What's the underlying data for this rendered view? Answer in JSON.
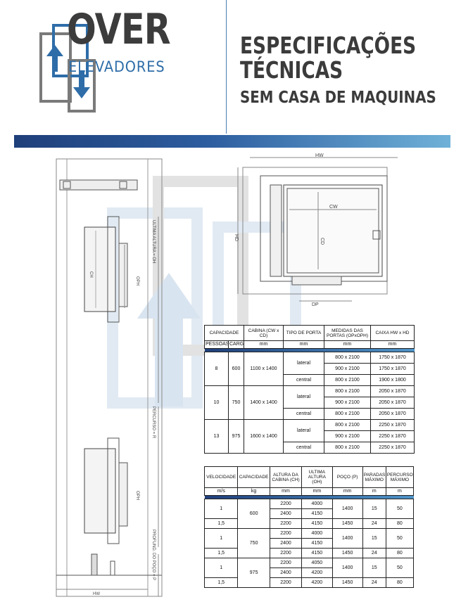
{
  "header": {
    "brand": "OVER",
    "brand_sub": "ELEVADORES",
    "title_line1": "ESPECIFICAÇÕES",
    "title_line2": "TÉCNICAS",
    "title_line3": "SEM CASA DE MAQUINAS"
  },
  "drawing": {
    "labels": {
      "hw": "HW",
      "hd": "HD",
      "cw": "CW",
      "cd": "CD",
      "dp": "DP",
      "ch": "CH",
      "oph": "OPH",
      "oh": "ULTIMA ALTURA = OH",
      "r": "PERCURSO = R",
      "p": "PROFUND. DO POÇO = P",
      "hw_bottom": "HW"
    }
  },
  "table_capacity": {
    "headers": [
      "CAPACIDADE",
      "CABINA (CW x CD)",
      "TIPO DE PORTA",
      "MEDIDAS DAS PORTAS (OPxOPH)",
      "CAIXA HW x HD"
    ],
    "subheaders": [
      "PESSOAS",
      "CARGA"
    ],
    "units": [
      "mm",
      "mm",
      "mm",
      "mm"
    ],
    "groups": [
      {
        "pessoas": "8",
        "carga": "600",
        "cabina": "1100 x 1400",
        "rows": [
          {
            "porta": "lateral",
            "medidas": "800 x 2100",
            "caixa": "1750 x 1870"
          },
          {
            "porta": "",
            "medidas": "900 x 2100",
            "caixa": "1750 x 1870"
          },
          {
            "porta": "central",
            "medidas": "800 x 2100",
            "caixa": "1900 x 1800"
          }
        ]
      },
      {
        "pessoas": "10",
        "carga": "750",
        "cabina": "1400 x 1400",
        "rows": [
          {
            "porta": "lateral",
            "medidas": "800 x 2100",
            "caixa": "2050 x 1870"
          },
          {
            "porta": "",
            "medidas": "900 x 2100",
            "caixa": "2050 x 1870"
          },
          {
            "porta": "central",
            "medidas": "800 x 2100",
            "caixa": "2050 x 1870"
          }
        ]
      },
      {
        "pessoas": "13",
        "carga": "975",
        "cabina": "1600 x 1400",
        "rows": [
          {
            "porta": "lateral",
            "medidas": "800 x 2100",
            "caixa": "2250 x 1870"
          },
          {
            "porta": "",
            "medidas": "900 x 2100",
            "caixa": "2250 x 1870"
          },
          {
            "porta": "central",
            "medidas": "800 x 2100",
            "caixa": "2250 x 1870"
          }
        ]
      }
    ]
  },
  "table_speed": {
    "headers": [
      "VELOCIDADE",
      "CAPACIDADE",
      "ALTURA DA CABINA (CH)",
      "ULTIMA ALTURA (OH)",
      "POÇO (P)",
      "PARADAS MÁXIMO",
      "PERCURSO MÁXIMO"
    ],
    "units": [
      "m/s",
      "kg",
      "mm",
      "mm",
      "mm",
      "m",
      "m"
    ],
    "groups": [
      {
        "capacidade": "600",
        "rows": [
          {
            "vel": "1",
            "ch": "2200",
            "oh": "4000",
            "poco": "1400",
            "paradas": "15",
            "percurso": "50"
          },
          {
            "vel": "",
            "ch": "2400",
            "oh": "4150",
            "poco": "",
            "paradas": "",
            "percurso": ""
          },
          {
            "vel": "1,5",
            "ch": "2200",
            "oh": "4150",
            "poco": "1450",
            "paradas": "24",
            "percurso": "80"
          }
        ]
      },
      {
        "capacidade": "750",
        "rows": [
          {
            "vel": "1",
            "ch": "2200",
            "oh": "4000",
            "poco": "1400",
            "paradas": "15",
            "percurso": "50"
          },
          {
            "vel": "",
            "ch": "2400",
            "oh": "4150",
            "poco": "",
            "paradas": "",
            "percurso": ""
          },
          {
            "vel": "1,5",
            "ch": "2200",
            "oh": "4150",
            "poco": "1450",
            "paradas": "24",
            "percurso": "80"
          }
        ]
      },
      {
        "capacidade": "975",
        "rows": [
          {
            "vel": "1",
            "ch": "2200",
            "oh": "4050",
            "poco": "1400",
            "paradas": "15",
            "percurso": "50"
          },
          {
            "vel": "",
            "ch": "2400",
            "oh": "4200",
            "poco": "",
            "paradas": "",
            "percurso": ""
          },
          {
            "vel": "1,5",
            "ch": "2200",
            "oh": "4200",
            "poco": "1450",
            "paradas": "24",
            "percurso": "80"
          }
        ]
      }
    ]
  },
  "colors": {
    "brand_blue": "#2e6da8",
    "dark_blue": "#1f3f7a",
    "light_blue": "#6fb1d8",
    "text_dark": "#3b3b3b"
  }
}
